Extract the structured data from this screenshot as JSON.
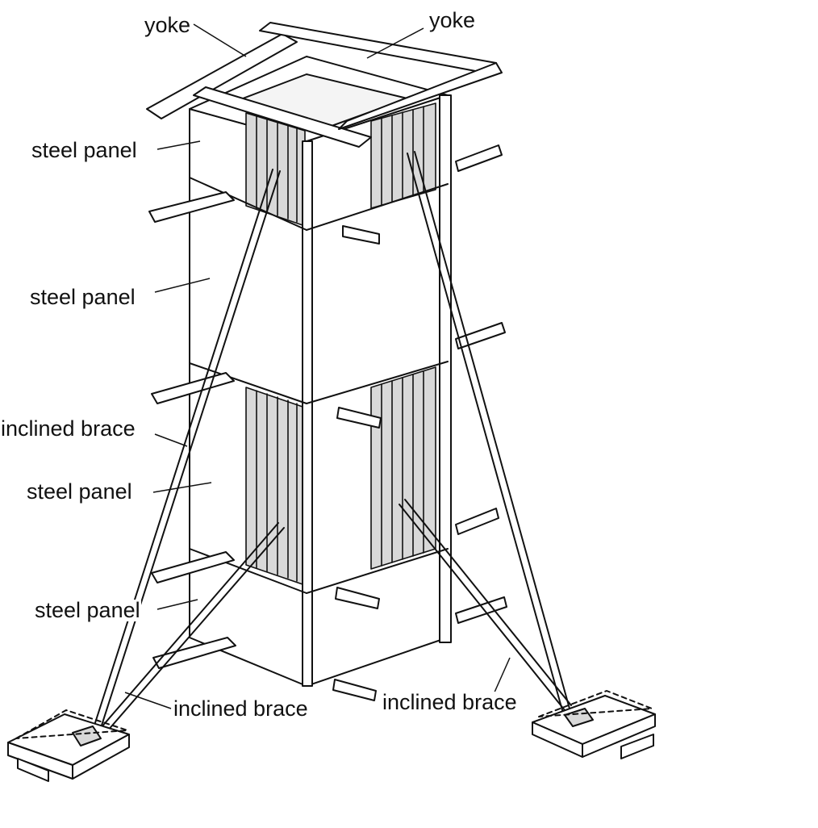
{
  "labels": {
    "yoke_left": "yoke",
    "yoke_right": "yoke",
    "steel_panel_1": "steel panel",
    "steel_panel_2": "steel panel",
    "inclined_brace_left": "inclined brace",
    "steel_panel_3": "steel panel",
    "steel_panel_4": "steel panel",
    "inclined_brace_bottom": "inclined brace",
    "inclined_brace_right": "inclined brace"
  },
  "colors": {
    "ink": "#111111",
    "paper": "#ffffff",
    "panel_shade": "#d9d9d9"
  }
}
